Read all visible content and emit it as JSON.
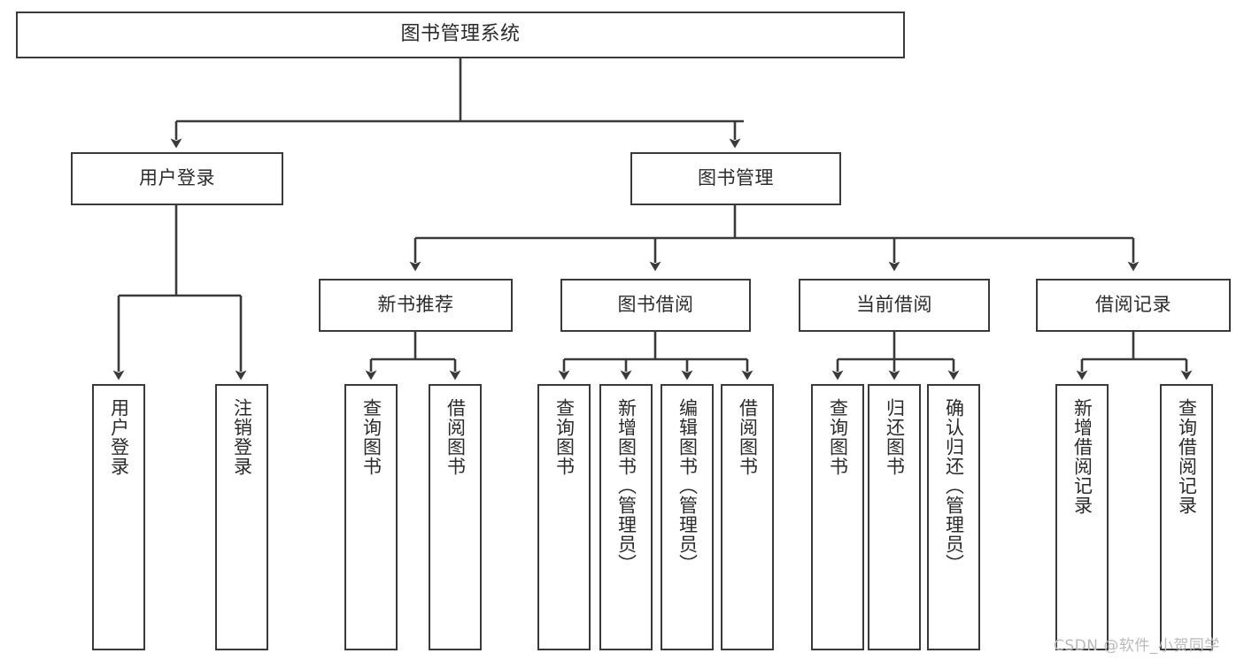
{
  "diagram": {
    "title": "图书管理系统",
    "type": "tree-hierarchy",
    "watermark": "CSDN @软件_小贺同学",
    "colors": {
      "stroke": "#3a3a3a",
      "text": "#2b2b2b",
      "background": "#ffffff",
      "watermark": "#b9b9b9"
    },
    "nodes": {
      "root": {
        "label": "图书管理系统",
        "level": 1,
        "orientation": "horizontal"
      },
      "l2": [
        {
          "id": "user-login",
          "label": "用户登录",
          "level": 2,
          "orientation": "horizontal"
        },
        {
          "id": "book-manage",
          "label": "图书管理",
          "level": 2,
          "orientation": "horizontal"
        }
      ],
      "l3": [
        {
          "id": "new-book-rec",
          "label": "新书推荐",
          "level": 3,
          "orientation": "horizontal"
        },
        {
          "id": "book-borrow",
          "label": "图书借阅",
          "level": 3,
          "orientation": "horizontal"
        },
        {
          "id": "current-borrow",
          "label": "当前借阅",
          "level": 3,
          "orientation": "horizontal"
        },
        {
          "id": "borrow-record",
          "label": "借阅记录",
          "level": 3,
          "orientation": "horizontal"
        }
      ],
      "leaves": [
        {
          "id": "leaf-user-login",
          "label": "用户登录",
          "parent": "user-login",
          "orientation": "vertical"
        },
        {
          "id": "leaf-user-logout",
          "label": "注销登录",
          "parent": "user-login",
          "orientation": "vertical"
        },
        {
          "id": "leaf-query-book-1",
          "label": "查询图书",
          "parent": "new-book-rec",
          "orientation": "vertical"
        },
        {
          "id": "leaf-borrow-book-1",
          "label": "借阅图书",
          "parent": "new-book-rec",
          "orientation": "vertical"
        },
        {
          "id": "leaf-query-book-2",
          "label": "查询图书",
          "parent": "book-borrow",
          "orientation": "vertical"
        },
        {
          "id": "leaf-add-book",
          "label": "新增图书（管理员）",
          "parent": "book-borrow",
          "orientation": "vertical"
        },
        {
          "id": "leaf-edit-book",
          "label": "编辑图书（管理员）",
          "parent": "book-borrow",
          "orientation": "vertical"
        },
        {
          "id": "leaf-borrow-book-2",
          "label": "借阅图书",
          "parent": "book-borrow",
          "orientation": "vertical"
        },
        {
          "id": "leaf-query-book-3",
          "label": "查询图书",
          "parent": "current-borrow",
          "orientation": "vertical"
        },
        {
          "id": "leaf-return-book",
          "label": "归还图书",
          "parent": "current-borrow",
          "orientation": "vertical"
        },
        {
          "id": "leaf-confirm-return",
          "label": "确认归还（管理员）",
          "parent": "current-borrow",
          "orientation": "vertical"
        },
        {
          "id": "leaf-add-record",
          "label": "新增借阅记录",
          "parent": "borrow-record",
          "orientation": "vertical"
        },
        {
          "id": "leaf-query-record",
          "label": "查询借阅记录",
          "parent": "borrow-record",
          "orientation": "vertical"
        }
      ]
    },
    "edges": [
      {
        "from": "root",
        "to": "user-login"
      },
      {
        "from": "root",
        "to": "book-manage"
      },
      {
        "from": "book-manage",
        "to": "new-book-rec"
      },
      {
        "from": "book-manage",
        "to": "book-borrow"
      },
      {
        "from": "book-manage",
        "to": "current-borrow"
      },
      {
        "from": "book-manage",
        "to": "borrow-record"
      },
      {
        "from": "user-login",
        "to": "leaf-user-login"
      },
      {
        "from": "user-login",
        "to": "leaf-user-logout"
      },
      {
        "from": "new-book-rec",
        "to": "leaf-query-book-1"
      },
      {
        "from": "new-book-rec",
        "to": "leaf-borrow-book-1"
      },
      {
        "from": "book-borrow",
        "to": "leaf-query-book-2"
      },
      {
        "from": "book-borrow",
        "to": "leaf-add-book"
      },
      {
        "from": "book-borrow",
        "to": "leaf-edit-book"
      },
      {
        "from": "book-borrow",
        "to": "leaf-borrow-book-2"
      },
      {
        "from": "current-borrow",
        "to": "leaf-query-book-3"
      },
      {
        "from": "current-borrow",
        "to": "leaf-return-book"
      },
      {
        "from": "current-borrow",
        "to": "leaf-confirm-return"
      },
      {
        "from": "borrow-record",
        "to": "leaf-add-record"
      },
      {
        "from": "borrow-record",
        "to": "leaf-query-record"
      }
    ]
  }
}
